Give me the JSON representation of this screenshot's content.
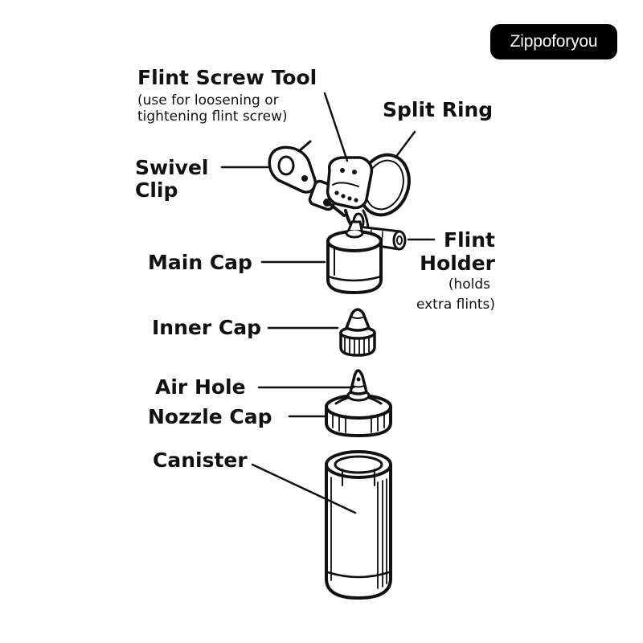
{
  "watermark": "Zippoforyou",
  "labels": {
    "flint_screw_tool": "Flint Screw Tool",
    "flint_screw_tool_note_1": "(use for loosening or",
    "flint_screw_tool_note_2": "tightening flint screw)",
    "split_ring": "Split Ring",
    "swivel_clip_1": "Swivel",
    "swivel_clip_2": "Clip",
    "main_cap": "Main Cap",
    "flint_holder_1": "Flint",
    "flint_holder_2": "Holder",
    "flint_holder_note_1": "(holds",
    "flint_holder_note_2": "extra flints)",
    "inner_cap": "Inner Cap",
    "air_hole": "Air Hole",
    "nozzle_cap": "Nozzle Cap",
    "canister": "Canister"
  },
  "colors": {
    "line": "#111111",
    "fill": "#ffffff",
    "badge_background": "#000000",
    "badge_text": "#ffffff"
  }
}
